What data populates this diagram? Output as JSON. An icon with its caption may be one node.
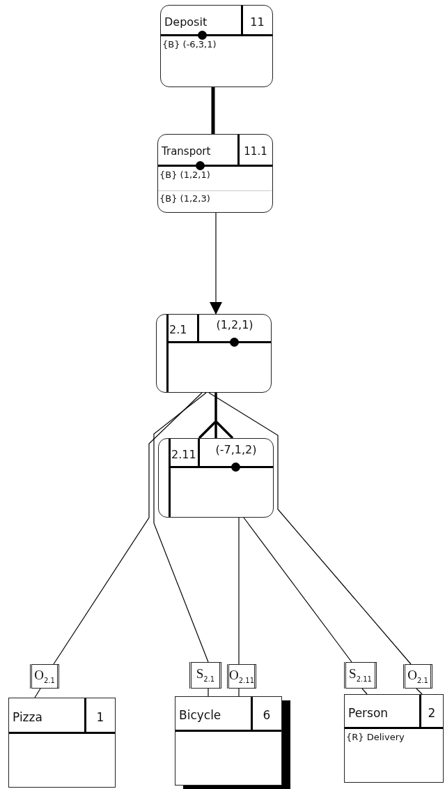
{
  "diagram": {
    "nodes": [
      {
        "text": [
          "Deposit",
          "11",
          "{B} (-6,3,1)"
        ]
      },
      {
        "text": [
          "Transport",
          "11.1",
          "{B} (1,2,1)",
          "{B} (1,2,3)"
        ]
      },
      {
        "text": [
          "2.1",
          "(1,2,1)"
        ]
      },
      {
        "text": [
          "2.11",
          "(-7,1,2)"
        ]
      },
      {
        "text": [
          "O$_{2.1}$"
        ]
      },
      {
        "text": [
          "S$_{2.1}$"
        ]
      },
      {
        "text": [
          "O$_{2.11}$"
        ]
      },
      {
        "text": [
          "S$_{2.11}$"
        ]
      },
      {
        "text": [
          "O$_{2.1}$"
        ]
      },
      {
        "text": [
          "Pizza",
          "1"
        ]
      },
      {
        "text": [
          "Bicycle",
          "6"
        ]
      },
      {
        "text": [
          "Person",
          "2",
          "{R} Delivery"
        ]
      }
    ],
    "edges": [
      {
        "from": 0,
        "to": 1,
        "arrow": "none",
        "style": "thick"
      },
      {
        "from": 1,
        "to": 2,
        "arrow": "to"
      },
      {
        "from": 2,
        "to": 3,
        "arrow": "other",
        "style": "thick"
      },
      {
        "from": 2,
        "to": 4,
        "arrow": "none"
      },
      {
        "from": 2,
        "to": 5,
        "arrow": "none"
      },
      {
        "from": 2,
        "to": 8,
        "arrow": "none"
      },
      {
        "from": 3,
        "to": 6,
        "arrow": "none"
      },
      {
        "from": 3,
        "to": 7,
        "arrow": "none"
      },
      {
        "from": 4,
        "to": 9,
        "arrow": "none"
      },
      {
        "from": 5,
        "to": 10,
        "arrow": "none"
      },
      {
        "from": 6,
        "to": 10,
        "arrow": "none"
      },
      {
        "from": 7,
        "to": 11,
        "arrow": "none"
      },
      {
        "from": 8,
        "to": 11,
        "arrow": "none"
      }
    ]
  }
}
